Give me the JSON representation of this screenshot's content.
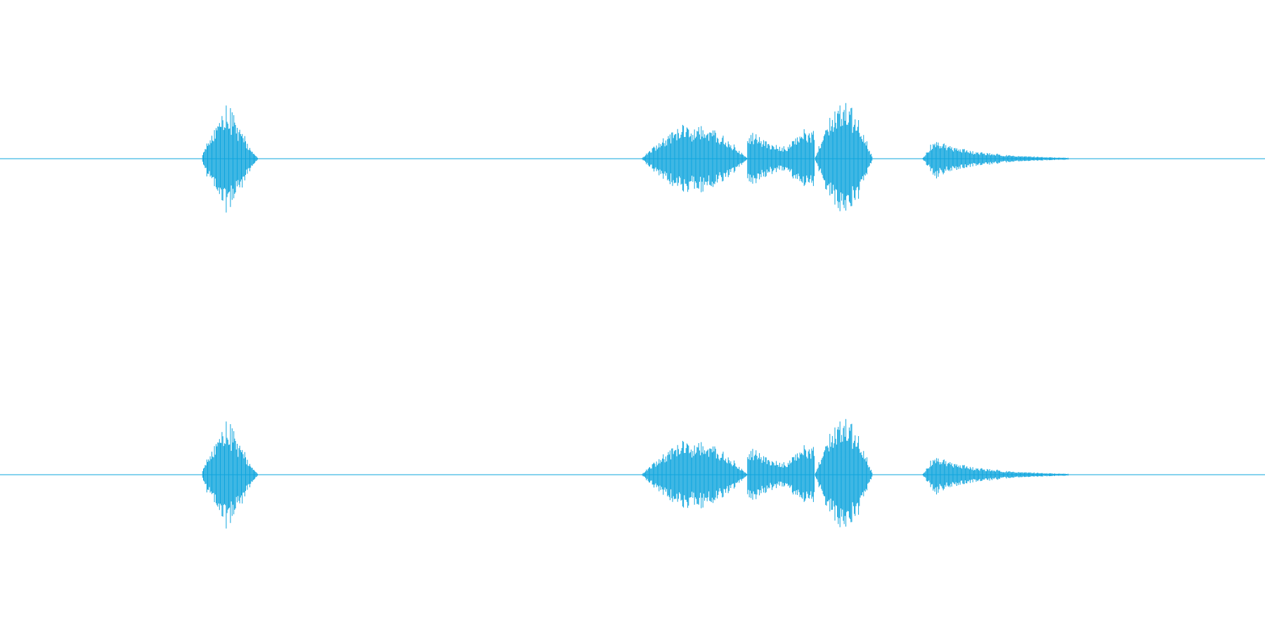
{
  "waveform": {
    "color": "#0ea5de",
    "channels": [
      {
        "channel": 1,
        "label": ""
      },
      {
        "channel": 2,
        "label": ""
      }
    ],
    "segments": [
      {
        "start": 0.1595,
        "end": 0.204,
        "peak": 0.95,
        "shape": "attack"
      },
      {
        "start": 0.507,
        "end": 0.591,
        "peak": 0.62,
        "shape": "bell"
      },
      {
        "start": 0.591,
        "end": 0.644,
        "peak": 0.58,
        "shape": "swell"
      },
      {
        "start": 0.644,
        "end": 0.69,
        "peak": 1.0,
        "shape": "bell"
      },
      {
        "start": 0.729,
        "end": 0.845,
        "peak": 0.35,
        "shape": "decay"
      }
    ]
  }
}
